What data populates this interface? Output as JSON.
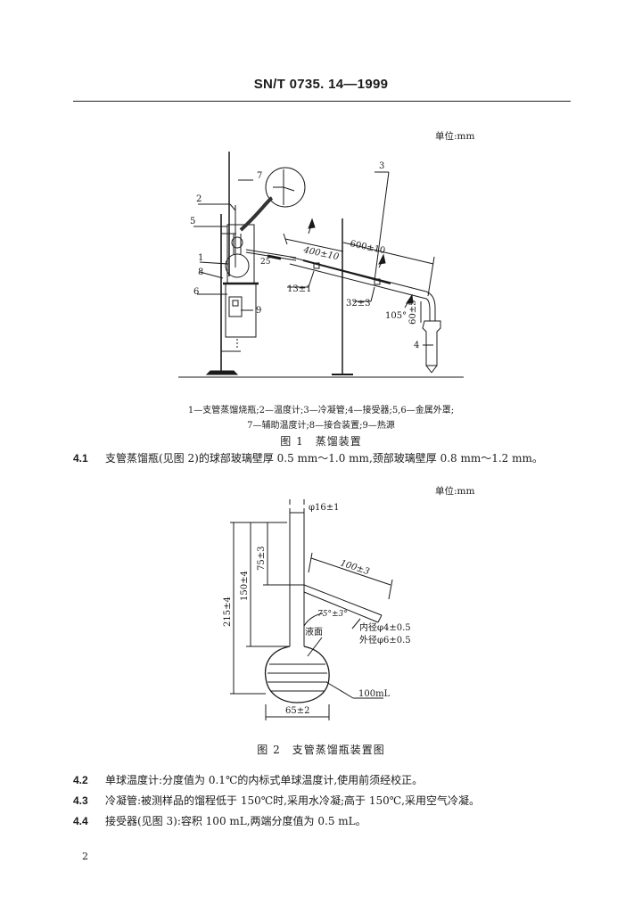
{
  "header": {
    "title": "SN/T 0735. 14—1999"
  },
  "figure1": {
    "unit": "单位:mm",
    "callouts": [
      "1",
      "2",
      "3",
      "4",
      "5",
      "6",
      "7",
      "8",
      "9"
    ],
    "dims": {
      "d400": "400±10",
      "d600": "600±10",
      "d25": "25",
      "d13": "13±1",
      "d32": "32±3",
      "d105": "105°",
      "d60": "60±5"
    },
    "legend_line1": "1—支管蒸馏烧瓶;2—温度计;3—冷凝管;4—接受器;5,6—金属外罩;",
    "legend_line2": "7—辅助温度计;8—接合装置;9—热源",
    "caption": "图 1　蒸馏装置"
  },
  "clause_4_1": {
    "number": "4.1",
    "text": "支管蒸馏瓶(见图 2)的球部玻璃壁厚 0.5 mm～1.0 mm,颈部玻璃壁厚 0.8 mm～1.2 mm。"
  },
  "figure2": {
    "unit": "单位:mm",
    "dims": {
      "d16": "φ16±1",
      "d100": "100±3",
      "d75": "75±3",
      "d150": "150±4",
      "d215": "215±4",
      "angle": "75°±3°",
      "inner": "内径φ4±0.5",
      "outer": "外径φ6±0.5",
      "liquid": "液面",
      "volume": "100mL",
      "d65": "65±2"
    },
    "caption": "图 2　支管蒸馏瓶装置图"
  },
  "clauses": [
    {
      "number": "4.2",
      "text": "单球温度计:分度值为 0.1℃的内标式单球温度计,使用前须经校正。"
    },
    {
      "number": "4.3",
      "text": "冷凝管:被测样品的馏程低于 150℃时,采用水冷凝;高于 150℃,采用空气冷凝。"
    },
    {
      "number": "4.4",
      "text": "接受器(见图 3):容积 100 mL,两端分度值为 0.5 mL。"
    }
  ],
  "page_number": "2"
}
